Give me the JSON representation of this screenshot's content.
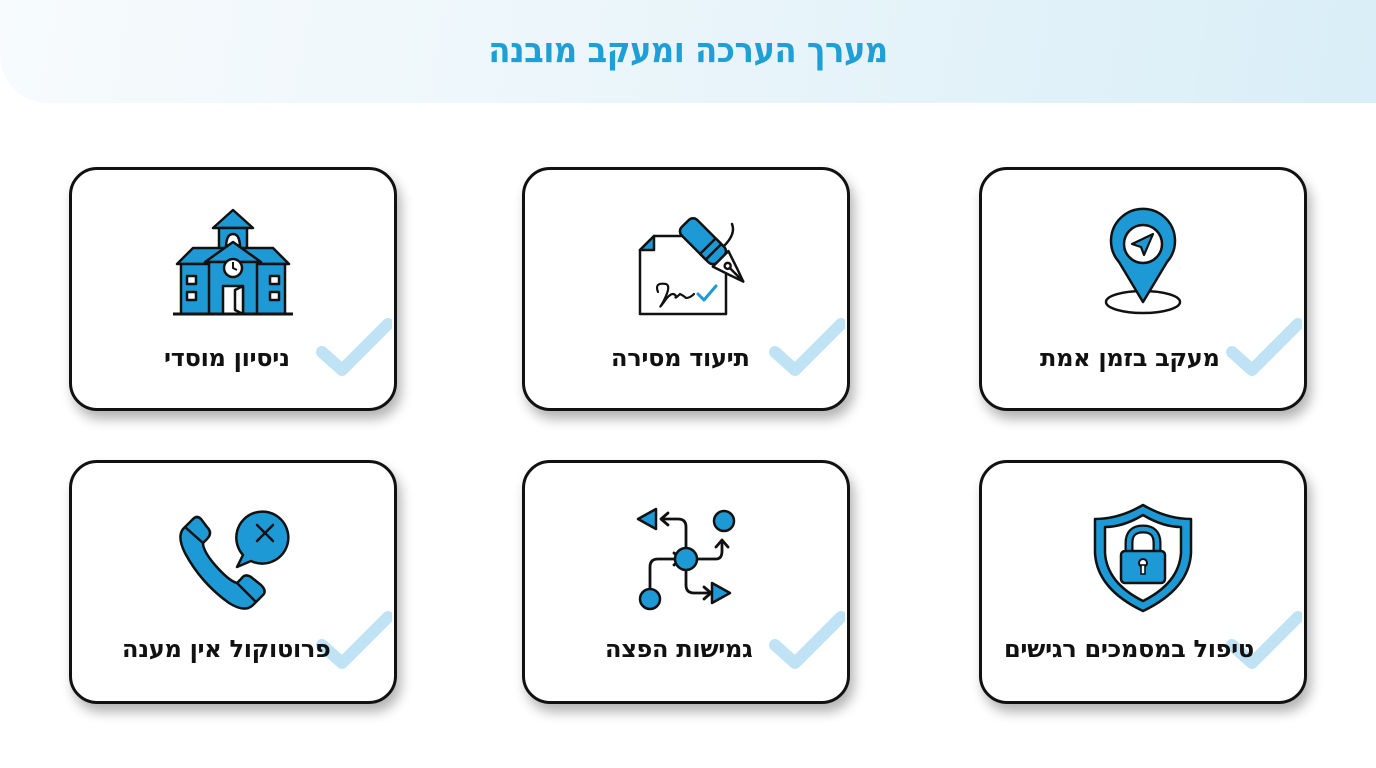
{
  "header": {
    "title": "מערך הערכה ומעקב מובנה"
  },
  "colors": {
    "accent": "#1f9fd6",
    "icon_fill": "#1d9ad6",
    "check_mark": "#bfe3f5",
    "border": "#111111",
    "header_bg": "#e3f2f9"
  },
  "cards": [
    {
      "label": "ניסיון מוסדי",
      "icon": "school-building-icon"
    },
    {
      "label": "תיעוד מסירה",
      "icon": "signed-document-pen-icon"
    },
    {
      "label": "מעקב בזמן אמת",
      "icon": "location-pin-navigation-icon"
    },
    {
      "label": "פרוטוקול אין מענה",
      "icon": "phone-no-answer-icon"
    },
    {
      "label": "גמישות הפצה",
      "icon": "distribution-flow-icon"
    },
    {
      "label": "טיפול במסמכים רגישים",
      "icon": "shield-lock-icon"
    }
  ]
}
